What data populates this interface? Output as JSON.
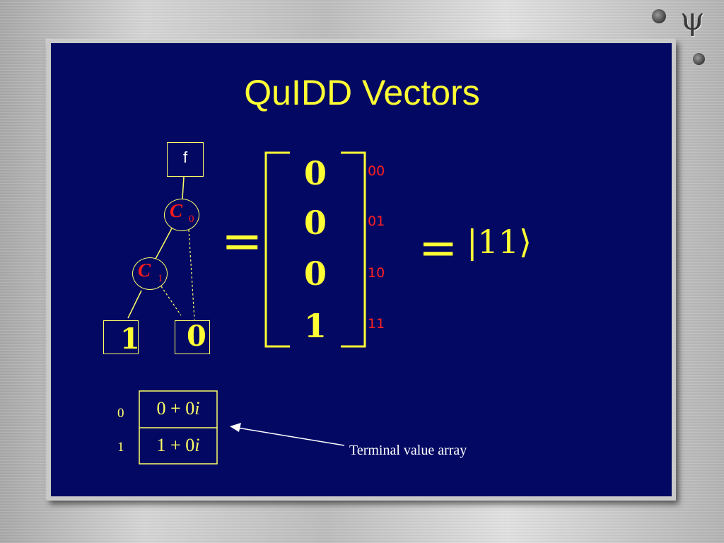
{
  "slide": {
    "title": "QuIDD Vectors",
    "logo_symbol": "ψ",
    "logo_icons": [
      "logo-dot-icon",
      "psi-logo-icon"
    ]
  },
  "diagram": {
    "root_label": "f",
    "nodes": [
      {
        "name": "C",
        "sub": "0"
      },
      {
        "name": "C",
        "sub": "1"
      }
    ],
    "terminals": [
      "1",
      "0"
    ]
  },
  "vector": {
    "equals": "=",
    "entries": [
      "0",
      "0",
      "0",
      "1"
    ],
    "index_labels": [
      "00",
      "01",
      "10",
      "11"
    ],
    "ket_value": "|11⟩"
  },
  "terminal_array": {
    "indices": [
      "0",
      "1"
    ],
    "values": [
      {
        "real": "0 + 0",
        "imag_unit": "i"
      },
      {
        "real": "1 + 0",
        "imag_unit": "i"
      }
    ],
    "caption": "Terminal value array"
  },
  "colors": {
    "slide_bg": "#030963",
    "yellow": "#ffff33",
    "red": "#ff1a1a",
    "white": "#ffffff"
  }
}
